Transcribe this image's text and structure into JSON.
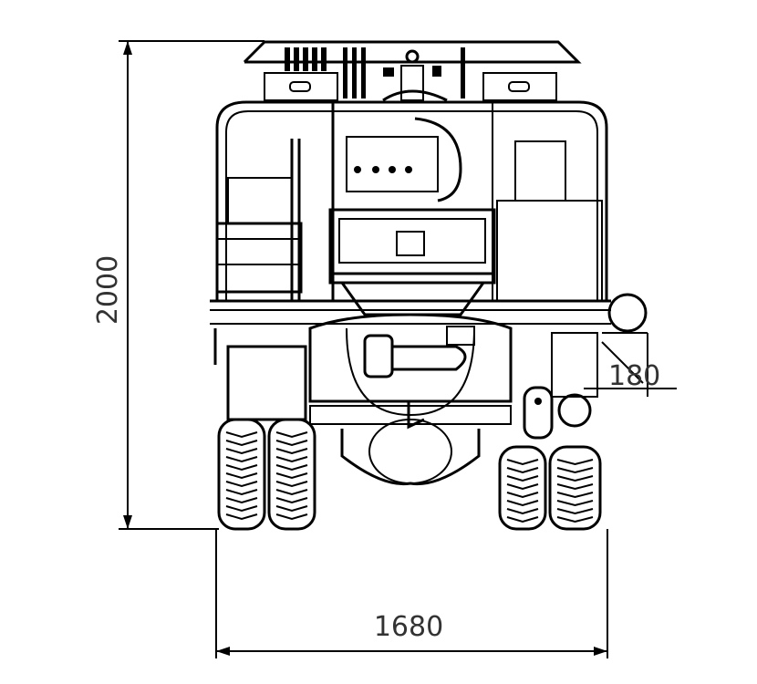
{
  "drawing": {
    "dimensions": {
      "height": "2000",
      "width": "1680",
      "offset": "180"
    },
    "colors": {
      "line": "#000000",
      "text": "#333333",
      "background": "#ffffff"
    }
  }
}
